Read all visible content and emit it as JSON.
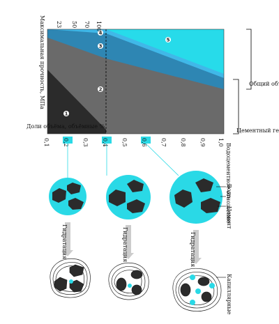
{
  "axis": {
    "left_ticks": [
      "23",
      "50",
      "70",
      "100"
    ],
    "left_title": "Максимальная прочность, МПа",
    "bottom_title": "Доли объёма, объёмные %",
    "right_title": "Водоцементное отношение",
    "ratio_ticks": [
      "0,1",
      "0,2",
      "0,3",
      "0,4",
      "0,5",
      "0,6",
      "0,7",
      "0,8",
      "0,9",
      "1,0"
    ],
    "highlighted_ticks": [
      "0,2",
      "0,4",
      "0,6"
    ]
  },
  "zones": [
    "1",
    "2",
    "3",
    "4",
    "5"
  ],
  "right_labels": {
    "total_volume": "Общий объём",
    "cement_gel": "Цементный гель",
    "water": "Вода",
    "cement": "Цемент",
    "capillary": "Капиллярные"
  },
  "hydration_labels": [
    "Гидратация",
    "Гидратация",
    "Гидратация"
  ],
  "colors": {
    "zone1": "#2b2b2b",
    "zone2": "#6a6a6a",
    "zone3": "#2e86b3",
    "zone4": "#40b8e8",
    "zone5": "#27dbea",
    "accent": "#2ad9e6",
    "arrow": "#cccccc"
  }
}
